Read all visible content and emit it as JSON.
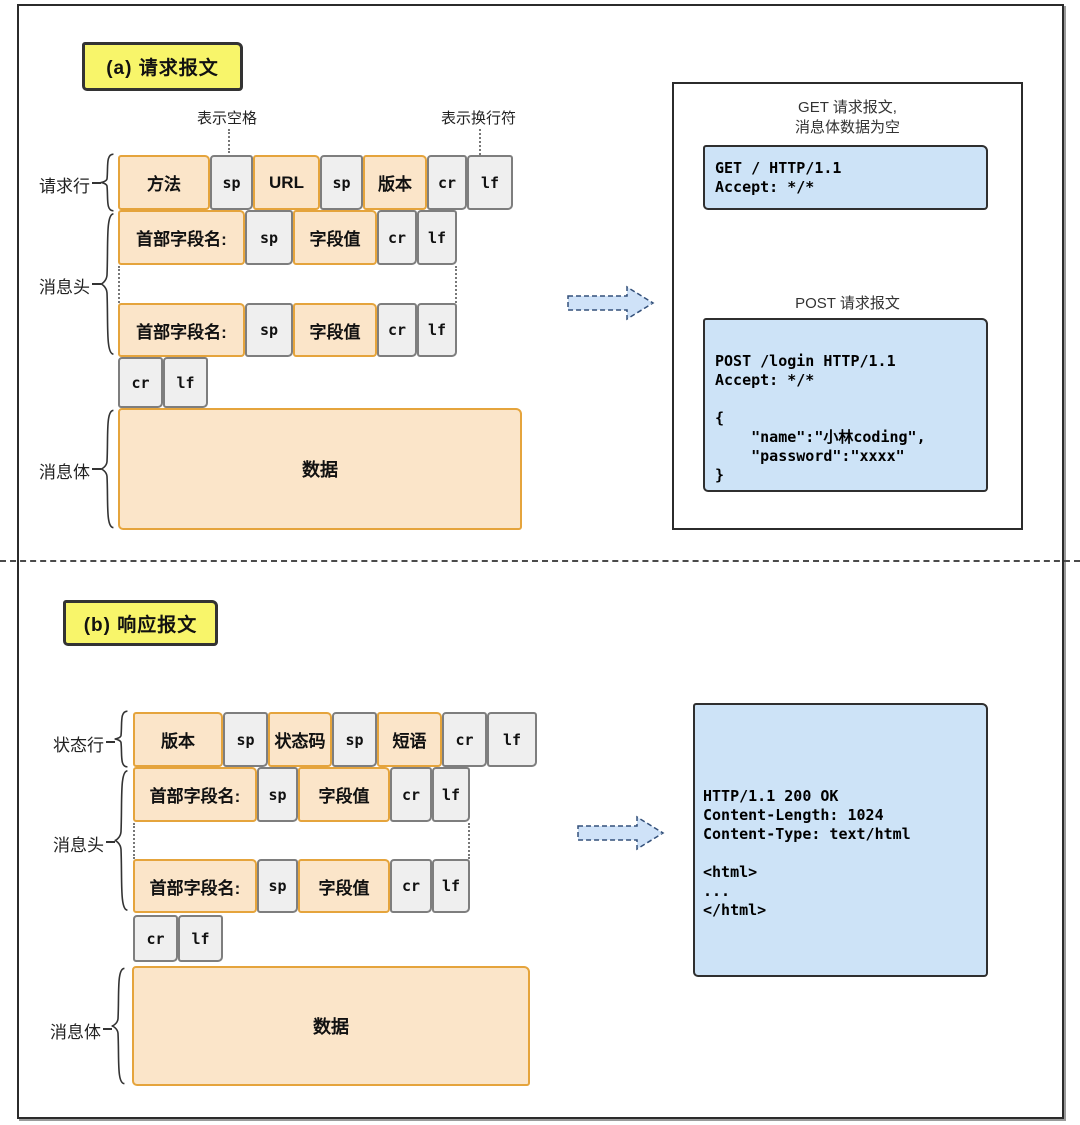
{
  "colors": {
    "orange_fill": "#FBE5C9",
    "orange_border": "#E5A43C",
    "gray_fill": "#EFEFEF",
    "gray_border": "#7E7E7E",
    "yellow_fill": "#F8F56A",
    "blue_fill": "#CDE3F7",
    "arrow_fill": "#CFE2F8"
  },
  "section_a": {
    "tag": "(a) 请求报文",
    "annotation_space": "表示空格",
    "annotation_newline": "表示换行符",
    "label_request_line": "请求行",
    "label_headers": "消息头",
    "label_body": "消息体",
    "request_line": {
      "c0": "方法",
      "c1": "sp",
      "c2": "URL",
      "c3": "sp",
      "c4": "版本",
      "c5": "cr",
      "c6": "lf"
    },
    "header_row": {
      "c0": "首部字段名:",
      "c1": "sp",
      "c2": "字段值",
      "c3": "cr",
      "c4": "lf"
    },
    "crlf": {
      "c0": "cr",
      "c1": "lf"
    },
    "body": "数据",
    "example": {
      "get_title": "GET 请求报文,\n消息体数据为空",
      "get_code": "GET / HTTP/1.1\nAccept: */*",
      "post_title": "POST 请求报文",
      "post_code": "POST /login HTTP/1.1\nAccept: */*\n\n{\n    \"name\":\"小林coding\",\n    \"password\":\"xxxx\"\n}"
    }
  },
  "section_b": {
    "tag": "(b) 响应报文",
    "label_status_line": "状态行",
    "label_headers": "消息头",
    "label_body": "消息体",
    "status_line": {
      "c0": "版本",
      "c1": "sp",
      "c2": "状态码",
      "c3": "sp",
      "c4": "短语",
      "c5": "cr",
      "c6": "lf"
    },
    "header_row": {
      "c0": "首部字段名:",
      "c1": "sp",
      "c2": "字段值",
      "c3": "cr",
      "c4": "lf"
    },
    "crlf": {
      "c0": "cr",
      "c1": "lf"
    },
    "body": "数据",
    "example": {
      "response_code": "HTTP/1.1 200 OK\nContent-Length: 1024\nContent-Type: text/html\n\n<html>\n...\n</html>"
    }
  }
}
